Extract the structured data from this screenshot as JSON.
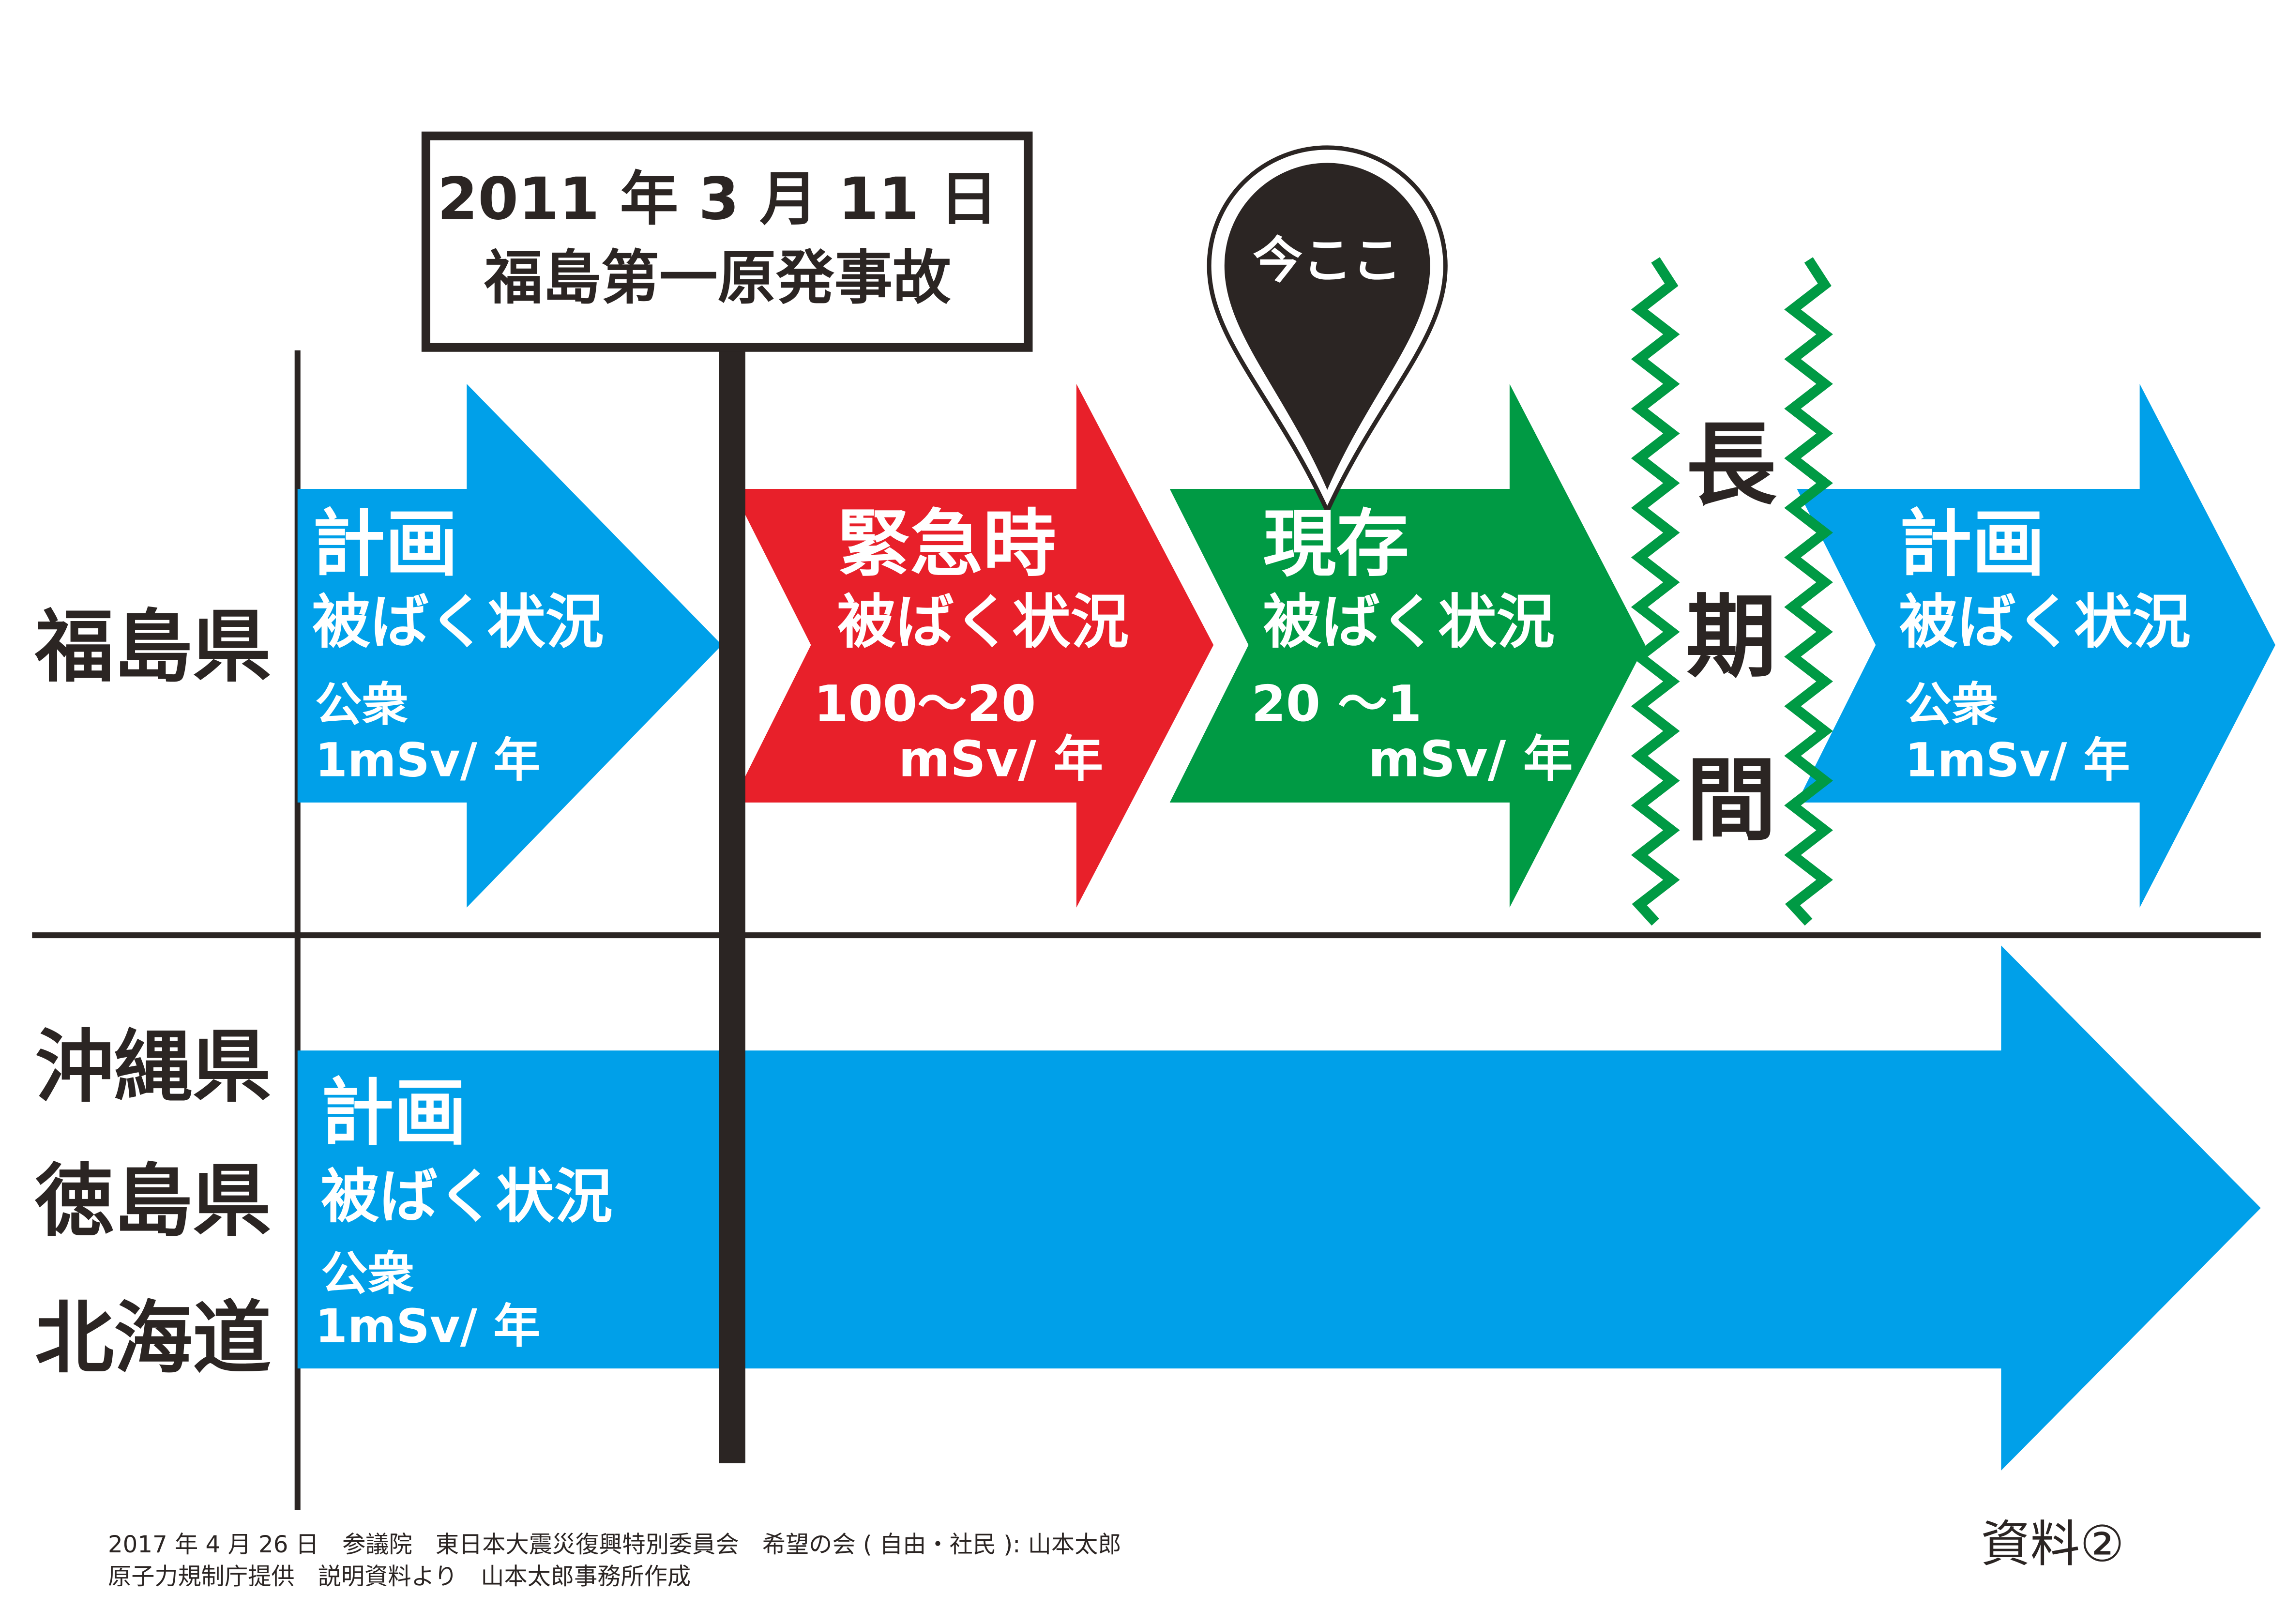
{
  "event_sign": {
    "date": "2011 年 3 月 11 日",
    "title": "福島第一原発事故"
  },
  "marker": {
    "label": "今ここ"
  },
  "regions": {
    "fukushima": "福島県",
    "others": [
      "沖縄県",
      "徳島県",
      "北海道"
    ]
  },
  "phases": {
    "planned_before": {
      "line1": "計画",
      "line2": "被ばく状況",
      "line3": "公衆",
      "line4": "1mSv/ 年"
    },
    "emergency": {
      "line1": "緊急時",
      "line2": "被ばく状況",
      "line3": "100〜20",
      "line4": "mSv/ 年"
    },
    "existing": {
      "line1": "現存",
      "line2": "被ばく状況",
      "line3": "20 〜1",
      "line4": "mSv/ 年"
    },
    "long_term": {
      "chars": [
        "長",
        "期",
        "間"
      ]
    },
    "planned_after": {
      "line1": "計画",
      "line2": "被ばく状況",
      "line3": "公衆",
      "line4": "1mSv/ 年"
    },
    "planned_others": {
      "line1": "計画",
      "line2": "被ばく状況",
      "line3": "公衆",
      "line4": "1mSv/ 年"
    }
  },
  "footer": {
    "line1": "2017 年 4 月 26 日　参議院　東日本大震災復興特別委員会　希望の会 ( 自由・社民 ): 山本太郎",
    "line2": "原子力規制庁提供　説明資料より　山本太郎事務所作成",
    "doc_label": "資料②"
  },
  "colors": {
    "blue": "#00a0e9",
    "red": "#e8202a",
    "green": "#009a44",
    "dark": "#2b2523",
    "white": "#ffffff"
  }
}
